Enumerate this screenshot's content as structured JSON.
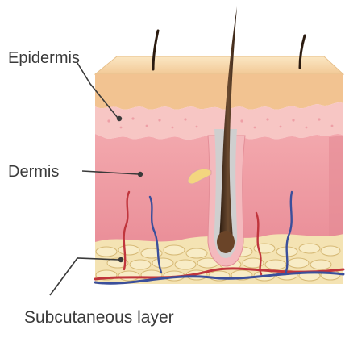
{
  "diagram": {
    "labels": {
      "epidermis": "Epidermis",
      "dermis": "Dermis",
      "subcutaneous": "Subcutaneous layer"
    },
    "colors": {
      "epidermis_top": "#f8d9a7",
      "epidermis_front": "#f3c798",
      "dermis_upper": "#f6c3c3",
      "dermis": "#ef9aa2",
      "fat_cell": "#f7e6b0",
      "fat_outline": "#d9bd72",
      "hair": "#3d2a1c",
      "follicle": "#c0c0c0",
      "artery": "#c2343b",
      "vein": "#3a4e9a",
      "leader_line": "#3a3a3a"
    }
  }
}
